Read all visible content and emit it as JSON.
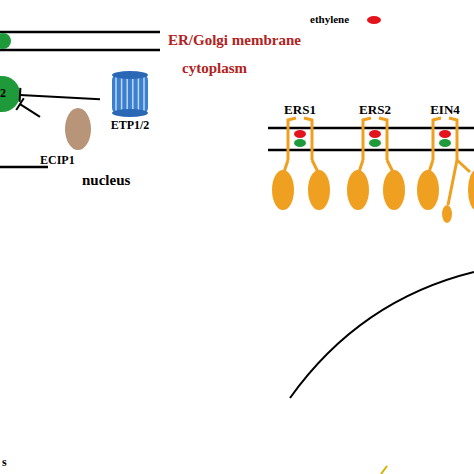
{
  "diagram": {
    "nodes": [
      {
        "text": [
          "2"
        ]
      },
      {
        "text": [
          "ETP1/2"
        ]
      },
      {
        "text": [
          "ECIP1"
        ]
      },
      {
        "text": [
          "ERS1"
        ]
      },
      {
        "text": [
          "ERS2"
        ]
      },
      {
        "text": [
          "EIN4"
        ]
      }
    ],
    "edges": [
      {
        "from": 1,
        "to": 0,
        "arrow": "to"
      },
      {
        "from": 2,
        "to": 0,
        "arrow": "to"
      }
    ],
    "labels": [
      "ER/Golgi membrane",
      "cytoplasm",
      "nucleus",
      "s"
    ],
    "legend": [
      {
        "text": "ethylene",
        "color": "#e3141c"
      }
    ]
  }
}
